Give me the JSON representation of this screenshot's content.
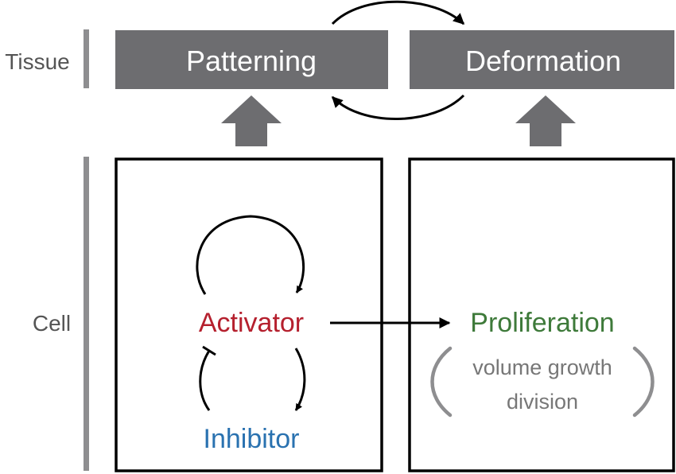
{
  "levels": {
    "tissue": "Tissue",
    "cell": "Cell"
  },
  "tissue_boxes": {
    "patterning": "Patterning",
    "deformation": "Deformation"
  },
  "cell_panel": {
    "activator": "Activator",
    "inhibitor": "Inhibitor",
    "proliferation": "Proliferation",
    "detail_line1": "volume growth",
    "detail_line2": "division"
  },
  "colors": {
    "tissue_box": "#6d6d70",
    "level_bar": "#8e8e90",
    "level_text": "#555555",
    "activator": "#b5202e",
    "inhibitor": "#2a72b0",
    "proliferation": "#3e7a3a",
    "detail": "#777777",
    "line": "#000000"
  }
}
